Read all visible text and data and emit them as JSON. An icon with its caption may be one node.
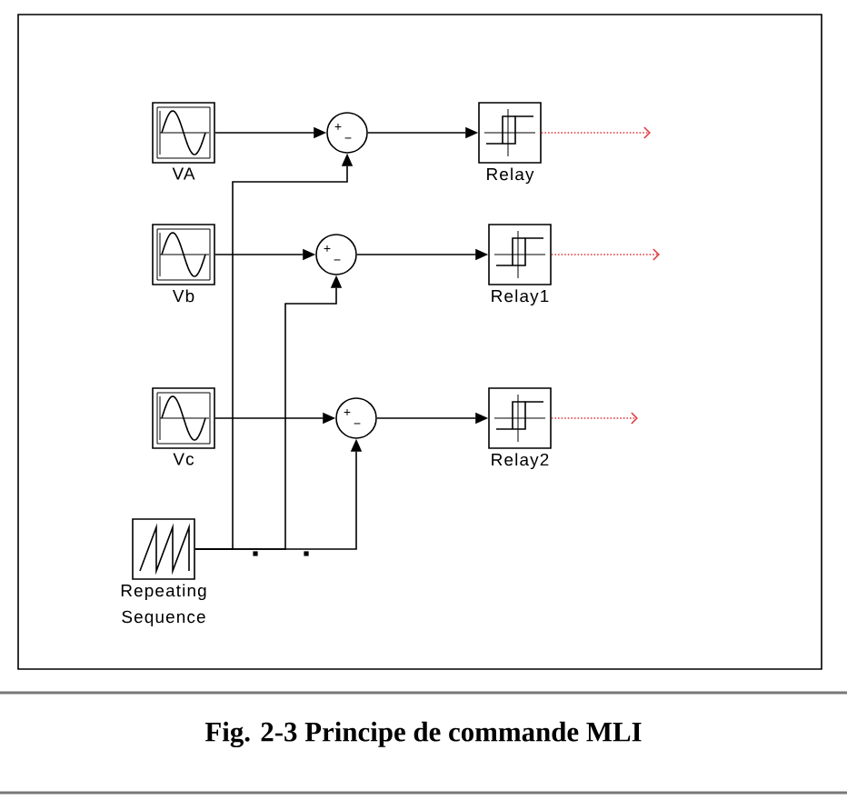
{
  "diagram": {
    "caption": "Fig. 2-3 Principe de commande MLI",
    "nodes": [
      {
        "text": [
          "VA"
        ]
      },
      {
        "text": [
          "+",
          "−"
        ]
      },
      {
        "text": [
          "Relay"
        ]
      },
      {
        "text": [
          "Vb"
        ]
      },
      {
        "text": [
          "+",
          "−"
        ]
      },
      {
        "text": [
          "Relay1"
        ]
      },
      {
        "text": [
          "Vc"
        ]
      },
      {
        "text": [
          "+",
          "−"
        ]
      },
      {
        "text": [
          "Relay2"
        ]
      },
      {
        "text": [
          "Repeating Sequence"
        ]
      }
    ],
    "edges": [
      {
        "from": 0,
        "to": 1,
        "arrow": "to"
      },
      {
        "from": 1,
        "to": 2,
        "arrow": "to"
      },
      {
        "from": 2,
        "to": null,
        "arrow": "to",
        "style": "dashed",
        "color": "#e0393e"
      },
      {
        "from": 3,
        "to": 4,
        "arrow": "to"
      },
      {
        "from": 4,
        "to": 5,
        "arrow": "to"
      },
      {
        "from": 5,
        "to": null,
        "arrow": "to",
        "style": "dashed",
        "color": "#e0393e"
      },
      {
        "from": 6,
        "to": 7,
        "arrow": "to"
      },
      {
        "from": 7,
        "to": 8,
        "arrow": "to"
      },
      {
        "from": 8,
        "to": null,
        "arrow": "to",
        "style": "dashed",
        "color": "#e0393e"
      },
      {
        "from": 9,
        "to": 1,
        "arrow": "to"
      },
      {
        "from": 9,
        "to": 4,
        "arrow": "to"
      },
      {
        "from": 9,
        "to": 7,
        "arrow": "to"
      }
    ]
  }
}
